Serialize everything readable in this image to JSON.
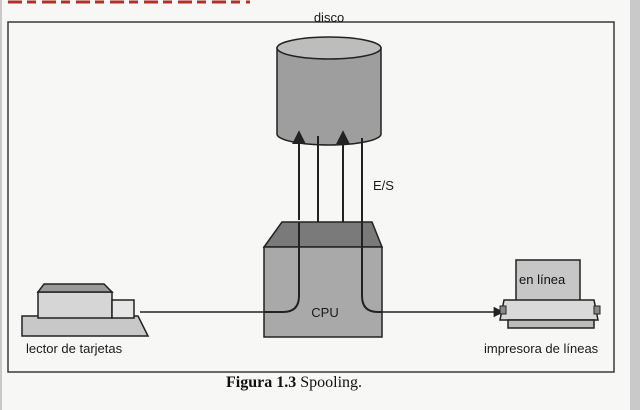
{
  "colors": {
    "background": "#c9c9c9",
    "paper": "#f7f7f6",
    "border": "#3a3a3a",
    "red_mark": "#b0312a",
    "cpu_top": "#7a7a7a",
    "cpu_body": "#a9a9a9"
  },
  "labels": {
    "disk": "disco",
    "io": "E/S",
    "cpu": "CPU",
    "printer_status": "en línea",
    "card_reader": "lector de tarjetas",
    "line_printer": "impresora de líneas"
  },
  "caption": {
    "figure_number": "Figura 1.3",
    "title": "Spooling."
  }
}
